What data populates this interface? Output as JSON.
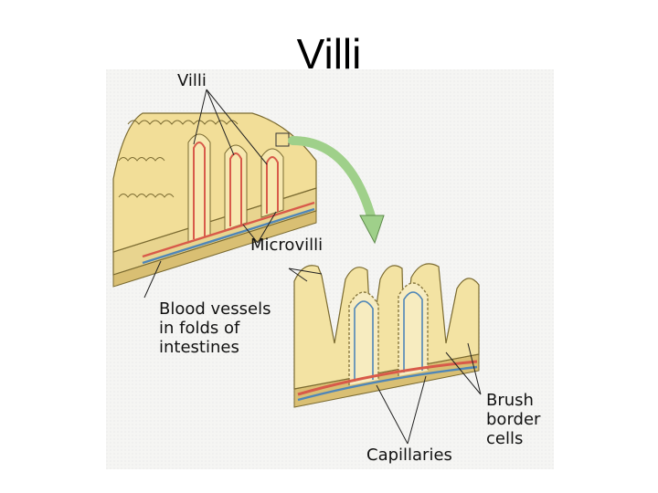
{
  "slide": {
    "title": "Villi"
  },
  "figure": {
    "labels": {
      "villi": "Villi",
      "microvilli": "Microvilli",
      "blood_vessels": "Blood vessels\nin folds of\nintestines",
      "brush_border": "Brush\nborder\ncells",
      "capillaries": "Capillaries"
    },
    "colors": {
      "tissue": "#f3e3a3",
      "tissue_dark": "#e2c97a",
      "outline": "#7a6a30",
      "vessel_red": "#d85a4a",
      "vessel_blue": "#4f86b8",
      "arrow_green": "#9fd08a"
    }
  }
}
